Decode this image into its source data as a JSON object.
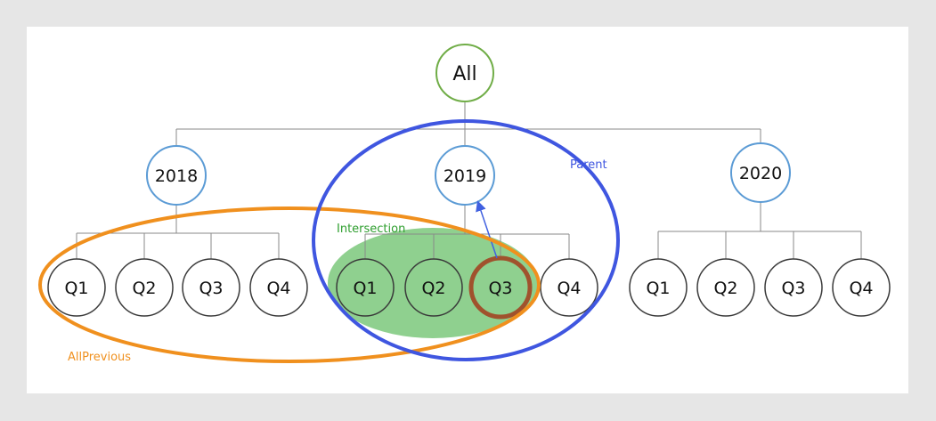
{
  "colors": {
    "page_bg": "#e6e6e6",
    "canvas_bg": "#ffffff",
    "connector": "#8a8a8a",
    "root_stroke": "#70ad47",
    "year_stroke": "#5b9bd5",
    "quarter_stroke": "#3a3a3a",
    "intersection_fill": "#8fd08f",
    "intersection_text": "#2e9e2e",
    "parent_stroke": "#3f56e0",
    "allprevious_stroke": "#f0901e",
    "highlight_stroke": "#a0522d",
    "arrow": "#4060e0"
  },
  "tree": {
    "root": {
      "label": "All"
    },
    "years": [
      {
        "label": "2018",
        "quarters": [
          "Q1",
          "Q2",
          "Q3",
          "Q4"
        ]
      },
      {
        "label": "2019",
        "quarters": [
          "Q1",
          "Q2",
          "Q3",
          "Q4"
        ]
      },
      {
        "label": "2020",
        "quarters": [
          "Q1",
          "Q2",
          "Q3",
          "Q4"
        ]
      }
    ]
  },
  "annotations": {
    "parent": "Parent",
    "intersection": "Intersection",
    "allprevious": "AllPrevious"
  }
}
